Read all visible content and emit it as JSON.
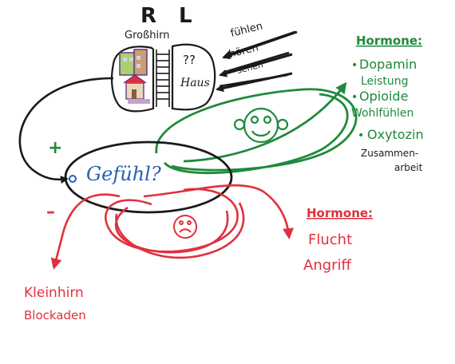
{
  "brain": {
    "right_label": "R",
    "left_label": "L",
    "title": "Großhirn",
    "question_marks": "??",
    "house_label": "Haus"
  },
  "senses": [
    "fühlen",
    "hören",
    "sehen"
  ],
  "center": {
    "label": "Gefühl?",
    "plus": "+",
    "minus": "–"
  },
  "positive": {
    "title": "Hormone:",
    "items": [
      {
        "name": "Dopamin",
        "effect": "Leistung"
      },
      {
        "name": "Opioide",
        "effect": "Wohlfühlen"
      },
      {
        "name": "Oxytozin",
        "effect_line1": "Zusammen-",
        "effect_line2": "arbeit"
      }
    ]
  },
  "negative": {
    "title": "Hormone:",
    "items": [
      "Flucht",
      "Angriff"
    ]
  },
  "kleinhirn": {
    "title": "Kleinhirn",
    "subtitle": "Blockaden"
  },
  "colors": {
    "green": "#1e8a3c",
    "red": "#e0303d",
    "blue": "#2a5fb5",
    "black": "#1a1a1a"
  }
}
